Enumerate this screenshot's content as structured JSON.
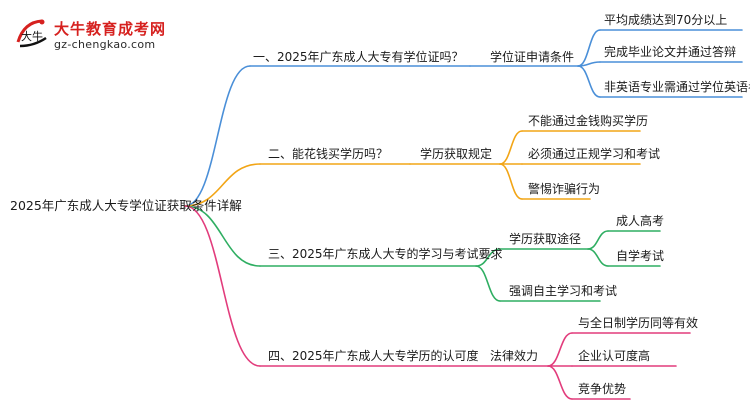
{
  "watermark": {
    "brand": "大牛教育成考网",
    "domain": "gz-chengkao.com",
    "mark_text": "大牛"
  },
  "mindmap": {
    "root": "2025年广东成人大专学位证获取条件详解",
    "colors": {
      "branch1": "#4a8fd8",
      "branch2": "#f2a516",
      "branch3": "#2fae62",
      "branch4": "#e23c7c"
    },
    "branches": [
      {
        "label": "一、2025年广东成人大专有学位证吗？",
        "sub": "学位证申请条件",
        "leaves": [
          "平均成绩达到70分以上",
          "完成毕业论文并通过答辩",
          "非英语专业需通过学位英语考试"
        ]
      },
      {
        "label": "二、能花钱买学历吗？",
        "sub": "学历获取规定",
        "leaves": [
          "不能通过金钱购买学历",
          "必须通过正规学习和考试",
          "警惕诈骗行为"
        ]
      },
      {
        "label": "三、2025年广东成人大专的学习与考试要求",
        "subs": [
          {
            "label": "学历获取途径",
            "leaves": [
              "成人高考",
              "自学考试"
            ]
          },
          {
            "label": "强调自主学习和考试",
            "leaves": []
          }
        ]
      },
      {
        "label": "四、2025年广东成人大专学历的认可度",
        "sub": "法律效力",
        "leaves": [
          "与全日制学历同等有效",
          "企业认可度高",
          "竞争优势"
        ]
      }
    ]
  }
}
